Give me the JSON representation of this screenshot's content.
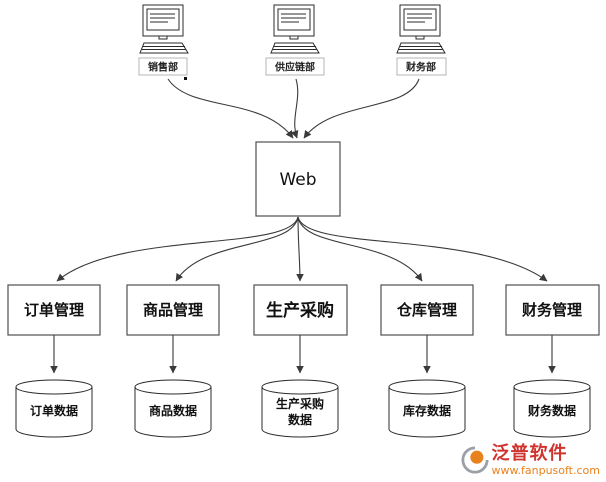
{
  "hub": {
    "label": "Web"
  },
  "departments": [
    {
      "label": "销售部"
    },
    {
      "label": "供应链部"
    },
    {
      "label": "财务部"
    }
  ],
  "modules": [
    {
      "label": "订单管理"
    },
    {
      "label": "商品管理"
    },
    {
      "label": "生产采购"
    },
    {
      "label": "仓库管理"
    },
    {
      "label": "财务管理"
    }
  ],
  "databases": [
    {
      "lines": [
        "订单数据"
      ]
    },
    {
      "lines": [
        "商品数据"
      ]
    },
    {
      "lines": [
        "生产采购",
        "数据"
      ]
    },
    {
      "lines": [
        "库存数据"
      ]
    },
    {
      "lines": [
        "财务数据"
      ]
    }
  ],
  "watermark": {
    "brand": "泛普软件",
    "url": "www.fanpusoft.com"
  },
  "colors": {
    "line": "#3a3a3a",
    "box_border": "#4f4f4f",
    "brand_red": "#d0342f",
    "brand_orange": "#e8821e"
  }
}
